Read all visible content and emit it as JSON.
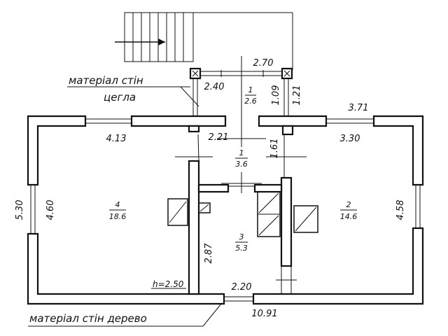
{
  "notes": {
    "top_material_1": "матеріал стін",
    "top_material_2": "цегла",
    "bottom_material": "матеріал стін дерево",
    "ceiling_height": "h=2.50"
  },
  "rooms": [
    {
      "id": "vestibule",
      "number": "1",
      "area": "2.6"
    },
    {
      "id": "corridor",
      "number": "1",
      "area": "3.6"
    },
    {
      "id": "bath",
      "number": "3",
      "area": "5.3"
    },
    {
      "id": "room-left",
      "number": "4",
      "area": "18.6"
    },
    {
      "id": "room-right",
      "number": "2",
      "area": "14.6"
    }
  ],
  "dimensions": {
    "porch_width": "2.70",
    "porch_depth": "2.40",
    "vestibule_right": "1.09",
    "vestibule_wall": "1.21",
    "corridor_width": "2.21",
    "corridor_depth": "1.61",
    "left_room_width": "4.13",
    "right_room_outer": "3.71",
    "right_room_inner": "3.30",
    "left_outer_height": "5.30",
    "left_inner_height": "4.60",
    "right_inner_height": "4.58",
    "bath_depth": "2.87",
    "bath_width": "2.20",
    "overall_length": "10.91"
  }
}
